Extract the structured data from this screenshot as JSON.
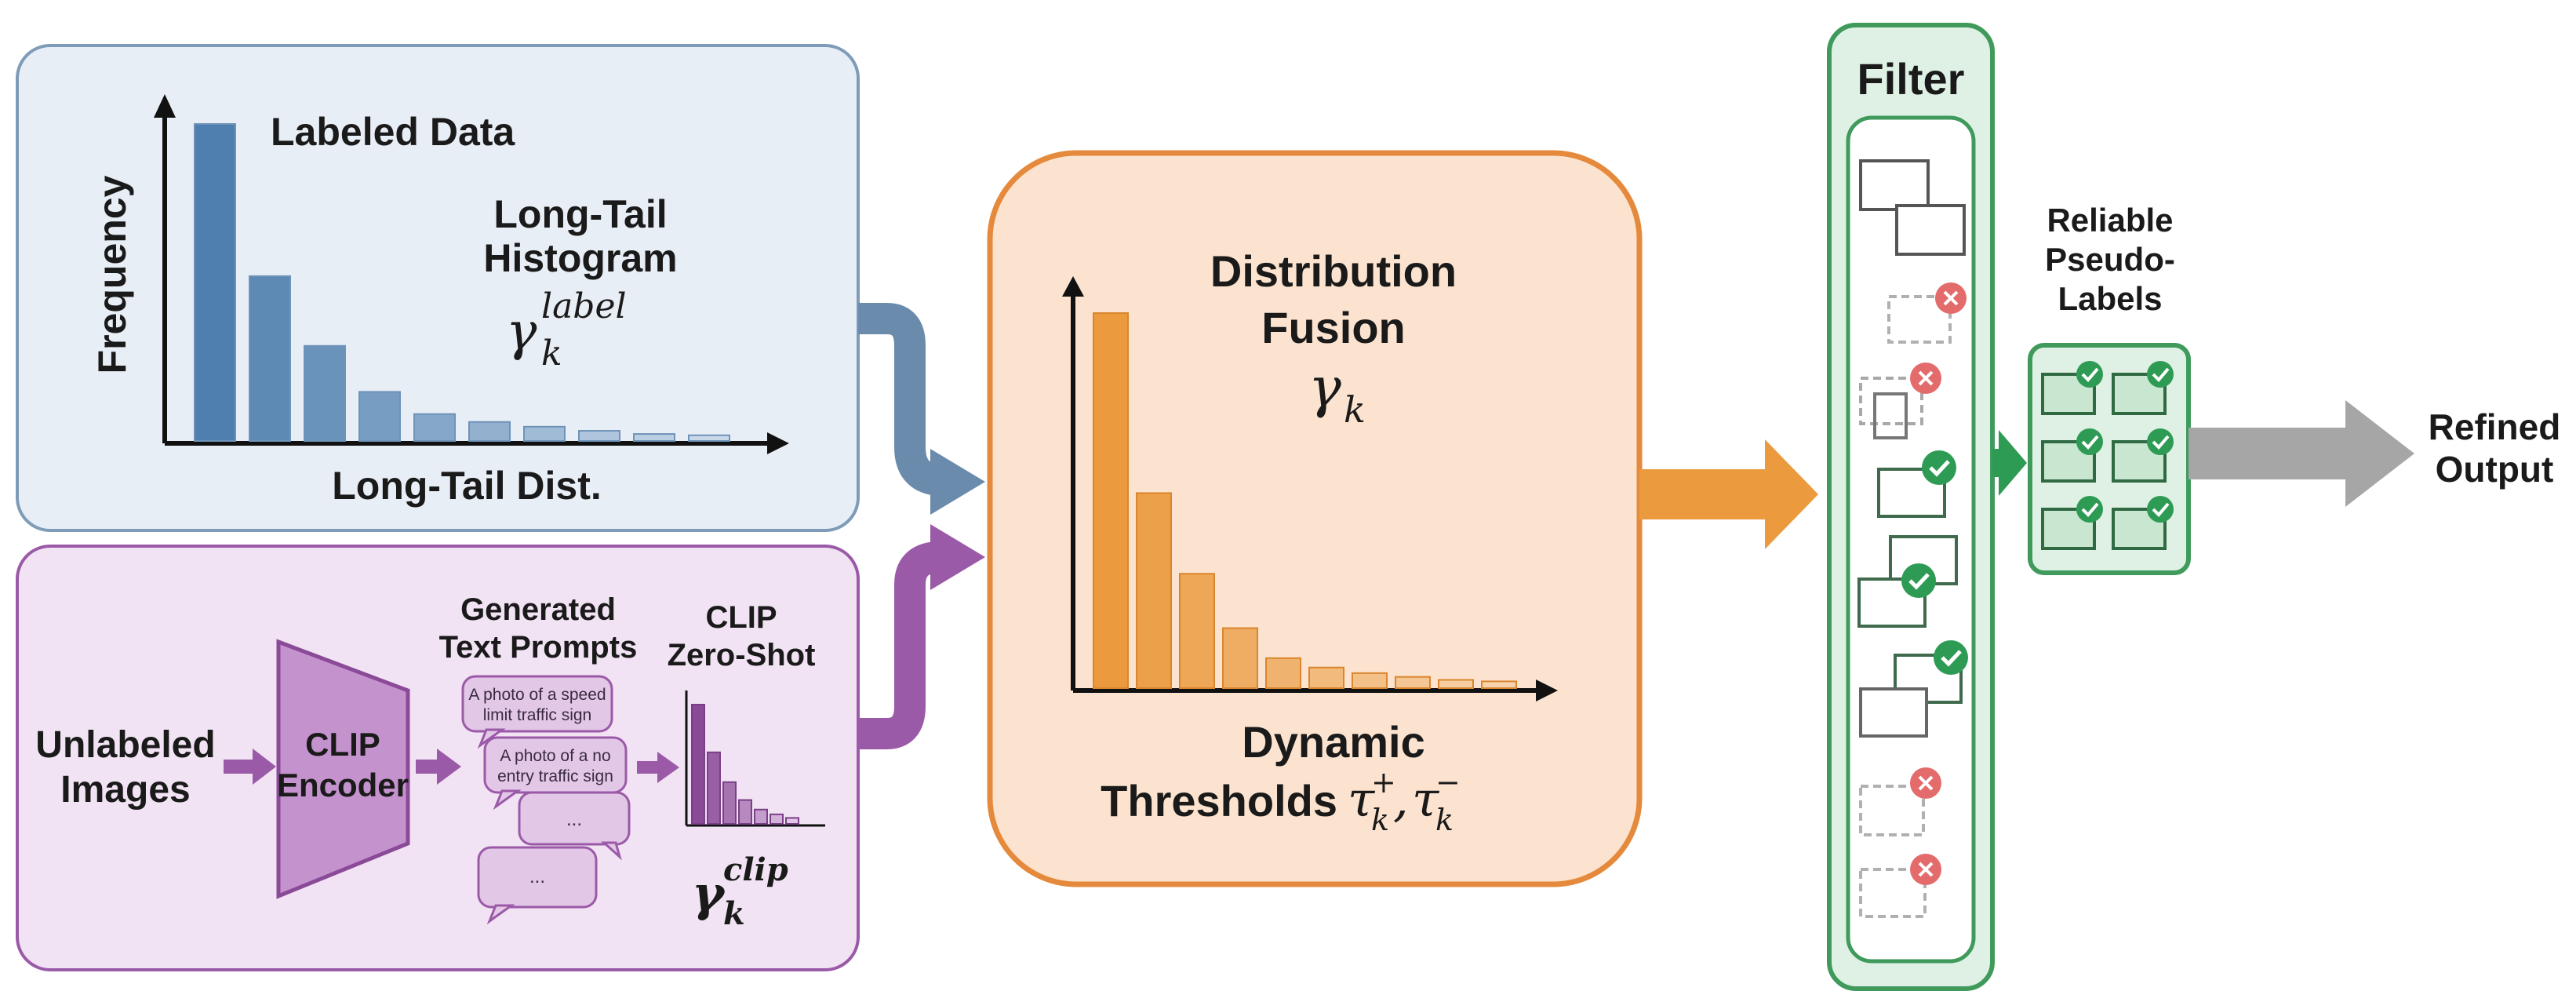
{
  "labeled_panel": {
    "title": "Labeled Data",
    "y_axis": "Frequency",
    "x_axis": "Long-Tail Dist.",
    "histogram_line1": "Long-Tail",
    "histogram_line2": "Histogram",
    "gamma_symbol": "γ",
    "gamma_sub": "k",
    "gamma_sup": "label",
    "bars": [
      1.0,
      0.52,
      0.3,
      0.155,
      0.085,
      0.06,
      0.045,
      0.032,
      0.022,
      0.018
    ],
    "colors": {
      "fill": "#e8eef5",
      "border": "#7e9bb8",
      "bar": "#4f7fae"
    }
  },
  "unlabeled_panel": {
    "input_line1": "Unlabeled",
    "input_line2": "Images",
    "encoder_line1": "CLIP",
    "encoder_line2": "Encoder",
    "prompts_line1": "Generated",
    "prompts_line2": "Text Prompts",
    "prompt1_line1": "A photo of a speed",
    "prompt1_line2": "limit traffic sign",
    "prompt2_line1": "A photo of a no",
    "prompt2_line2": "entry traffic sign",
    "prompt3": "...",
    "prompt4": "...",
    "zeroshot_line1": "CLIP",
    "zeroshot_line2": "Zero-Shot",
    "gamma_symbol": "γ",
    "gamma_sub": "k",
    "gamma_sup": "clip",
    "bars": [
      1.0,
      0.6,
      0.35,
      0.2,
      0.12,
      0.08,
      0.05
    ],
    "colors": {
      "fill": "#f1e3f3",
      "border": "#9b5aa8",
      "accent": "#9b5aa8"
    }
  },
  "fusion_panel": {
    "title_line1": "Distribution",
    "title_line2": "Fusion",
    "gamma_symbol": "γ",
    "gamma_sub": "k",
    "thresh_line1": "Dynamic",
    "thresh_line2": "Thresholds",
    "tau_plus": "τ",
    "tau_plus_sup": "+",
    "tau_sub": "k",
    "comma": ",",
    "tau_minus": "τ",
    "tau_minus_sup": "−",
    "bars": [
      1.0,
      0.52,
      0.305,
      0.16,
      0.08,
      0.055,
      0.04,
      0.03,
      0.022,
      0.018
    ],
    "colors": {
      "fill": "#fce3cf",
      "border": "#e58a3c",
      "bar": "#ec9a3e"
    }
  },
  "filter_panel": {
    "title": "Filter",
    "colors": {
      "fill": "#dff1e4",
      "border": "#3f9a5c",
      "check": "#2e9b54",
      "cross": "#e36b6b"
    }
  },
  "reliable": {
    "line1": "Reliable",
    "line2": "Pseudo-",
    "line3": "Labels"
  },
  "output": {
    "line1": "Refined",
    "line2": "Output",
    "arrow_color": "#a6a6a6"
  }
}
